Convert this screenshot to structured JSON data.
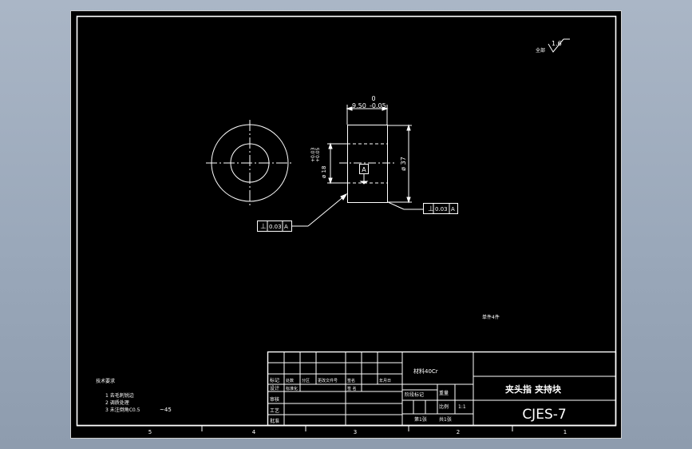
{
  "viewport": {
    "background": "#9aa8ba",
    "paper": "#000000",
    "ink": "#ffffff"
  },
  "roughness": {
    "label": "全部",
    "value": "1.6"
  },
  "dimensions": {
    "width_value": "9.50",
    "width_tol_upper": "0",
    "width_tol_lower": "-0.05",
    "diameter_outer": "ø 37",
    "diameter_inner": "ø 18",
    "inner_tol_upper": "+0.05",
    "inner_tol_lower": "+0.03"
  },
  "datum": "A",
  "perpendicularity": {
    "symbol": "⊥",
    "value": "0.03",
    "datum": "A"
  },
  "notes": {
    "title": "技术要求",
    "items": [
      "1  去毛刺锐边",
      "2  调质处理",
      "3  未注倒角C0.5"
    ],
    "item3_suffix": "~45"
  },
  "quantity_note": "单件4件",
  "title_block": {
    "material": "材料40Cr",
    "part_name_a": "夹头指",
    "part_name_b": "夹持块",
    "drawing_no": "CJES-7",
    "row_labels": [
      "标记",
      "设计",
      "审核",
      "工艺",
      "批准"
    ],
    "header_cells": [
      "处数",
      "分区",
      "更改文件号",
      "签名",
      "年月日"
    ],
    "sign_label": "签 名",
    "stage_label": "阶段标记",
    "weight_label": "重量",
    "scale_label": "比例",
    "scale_value": "1:1",
    "sheet_total": "共1张",
    "sheet_no": "第1张",
    "zone_label": "标准化"
  },
  "zone_numbers": [
    "5",
    "4",
    "3",
    "2",
    "1"
  ]
}
